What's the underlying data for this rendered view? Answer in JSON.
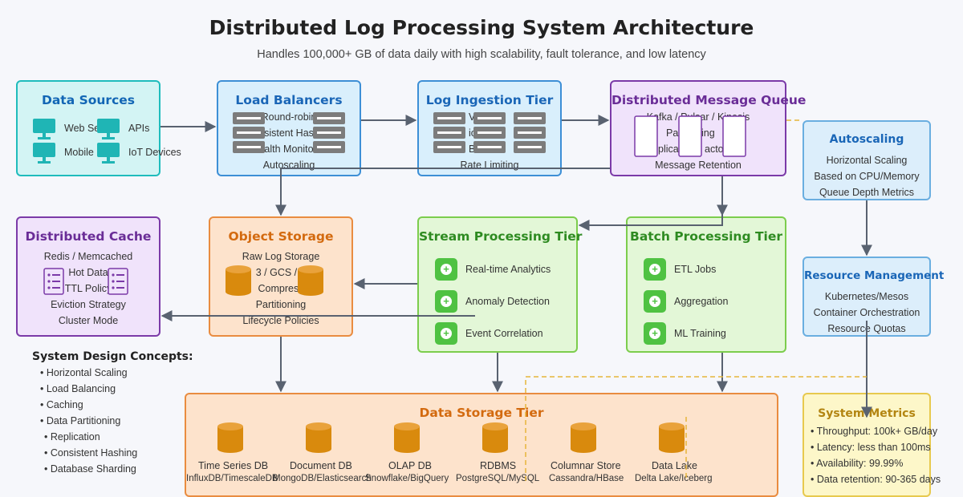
{
  "header": {
    "title": "Distributed Log Processing System Architecture",
    "subtitle": "Handles 100,000+ GB of data daily with high scalability, fault tolerance, and low latency"
  },
  "data_sources": {
    "title": "Data Sources",
    "items": [
      "Web Se",
      "APIs",
      "Mobile",
      "IoT Devices"
    ]
  },
  "load_balancers": {
    "title": "Load Balancers",
    "lines": [
      "Round-robin",
      "sistent Has",
      "alth Monito",
      "Autoscaling"
    ]
  },
  "log_ingestion": {
    "title": "Log Ingestion Tier",
    "lines": [
      "Va",
      "ion",
      "B",
      "Rate Limiting"
    ]
  },
  "message_queue": {
    "title": "Distributed Message Queue",
    "lines": [
      "Kafka / Pulsar / Kinesis",
      "Par",
      "ing",
      "plica",
      "acto",
      "Message Retention"
    ]
  },
  "autoscaling": {
    "title": "Autoscaling",
    "lines": [
      "Horizontal Scaling",
      "Based on CPU/Memory",
      "Queue Depth Metrics"
    ]
  },
  "cache": {
    "title": "Distributed Cache",
    "lines": [
      "Redis / Memcached",
      "Hot Data",
      "TTL Policy",
      "Eviction Strategy",
      "Cluster Mode"
    ]
  },
  "object_storage": {
    "title": "Object Storage",
    "lines": [
      "Raw Log Storage",
      "3 / GCS / A",
      "Compress",
      "Partitioning",
      "Lifecycle Policies"
    ]
  },
  "stream": {
    "title": "Stream Processing Tier",
    "items": [
      "Real-time Analytics",
      "Anomaly Detection",
      "Event Correlation"
    ]
  },
  "batch": {
    "title": "Batch Processing Tier",
    "items": [
      "ETL Jobs",
      "Aggregation",
      "ML Training"
    ]
  },
  "resources": {
    "title": "Resource Management",
    "lines": [
      "Kubernetes/Mesos",
      "Container Orchestration",
      "Resource Quotas"
    ]
  },
  "concepts": {
    "title": "System Design Concepts:",
    "items": [
      "Horizontal Scaling",
      "Load Balancing",
      "Caching",
      "Data Partitioning",
      "Replication",
      "Consistent Hashing",
      "Database Sharding"
    ]
  },
  "storage_tier": {
    "title": "Data Storage Tier",
    "stores": [
      {
        "name": "Time Series DB",
        "tech": "InfluxDB/TimescaleDB"
      },
      {
        "name": "Document DB",
        "tech": "MongoDB/Elasticsearch"
      },
      {
        "name": "OLAP DB",
        "tech": "Snowflake/BigQuery"
      },
      {
        "name": "RDBMS",
        "tech": "PostgreSQL/MySQL"
      },
      {
        "name": "Columnar Store",
        "tech": "Cassandra/HBase"
      },
      {
        "name": "Data Lake",
        "tech": "Delta Lake/Iceberg"
      }
    ]
  },
  "metrics": {
    "title": "System Metrics",
    "items": [
      "Throughput: 100k+ GB/day",
      "Latency: less than 100ms",
      "Availability: 99.99%",
      "Data retention: 90-365 days"
    ]
  },
  "colors": {
    "arrow": "#596270",
    "dashed": "#e6b53a",
    "server": "#7c7c7c",
    "cylinder": "#d98a0d",
    "monitor": "#1fb5b5"
  }
}
